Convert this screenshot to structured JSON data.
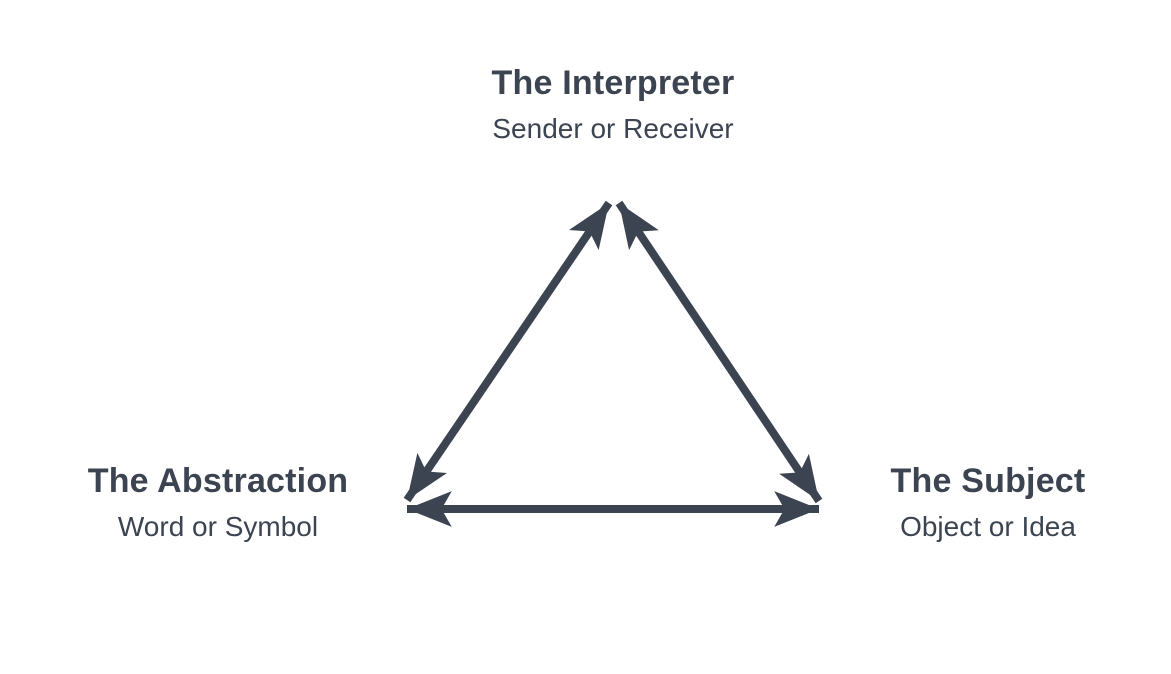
{
  "diagram": {
    "kind": "semantic-triangle",
    "arrow_color": "#3d4451",
    "text_color": "#3d4451",
    "background_color": "#ffffff",
    "nodes": [
      {
        "id": "interpreter",
        "position": "top",
        "title": "The Interpreter",
        "subtitle": "Sender or Receiver"
      },
      {
        "id": "abstraction",
        "position": "bottom-left",
        "title": "The Abstraction",
        "subtitle": "Word or Symbol"
      },
      {
        "id": "subject",
        "position": "bottom-right",
        "title": "The Subject",
        "subtitle": "Object or Idea"
      }
    ],
    "edges": [
      {
        "from": "interpreter",
        "to": "abstraction",
        "bidirectional": true
      },
      {
        "from": "interpreter",
        "to": "subject",
        "bidirectional": true
      },
      {
        "from": "abstraction",
        "to": "subject",
        "bidirectional": true
      }
    ]
  }
}
